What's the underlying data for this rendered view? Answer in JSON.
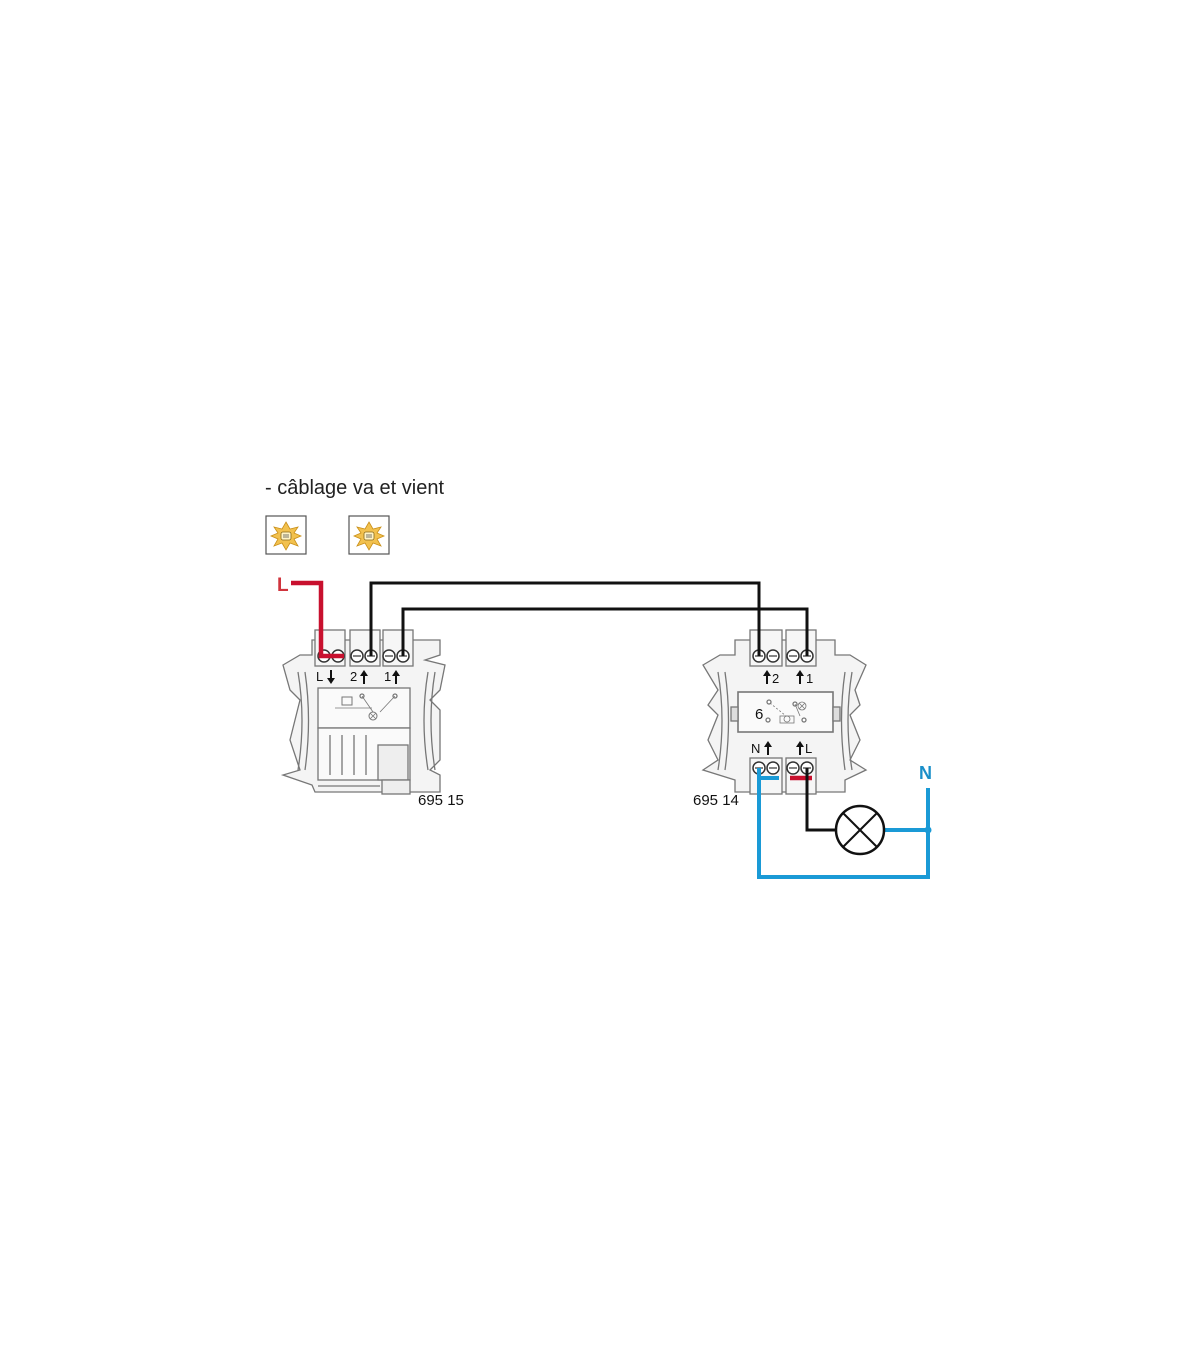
{
  "title": "- câblage va et vient",
  "icons": [
    {
      "name": "light-on-icon-1"
    },
    {
      "name": "light-on-icon-2"
    }
  ],
  "left_switch": {
    "reference": "695 15",
    "terminal_labels": {
      "l": "L",
      "t2": "2",
      "t1": "1"
    }
  },
  "right_switch": {
    "reference": "695 14",
    "top_terminal_labels": {
      "t2": "2",
      "t1": "1"
    },
    "bottom_terminal_labels": {
      "n": "N",
      "l": "L"
    },
    "window_label": "6"
  },
  "supply": {
    "phase_label": "L",
    "neutral_label": "N"
  },
  "colors": {
    "phase": "#c8102e",
    "neutral": "#1a9ad6",
    "traveller": "#111111",
    "label_phase": "#d0343d",
    "label_neutral": "#1a8fc9"
  },
  "lamp_icon": "lamp-cross-symbol"
}
